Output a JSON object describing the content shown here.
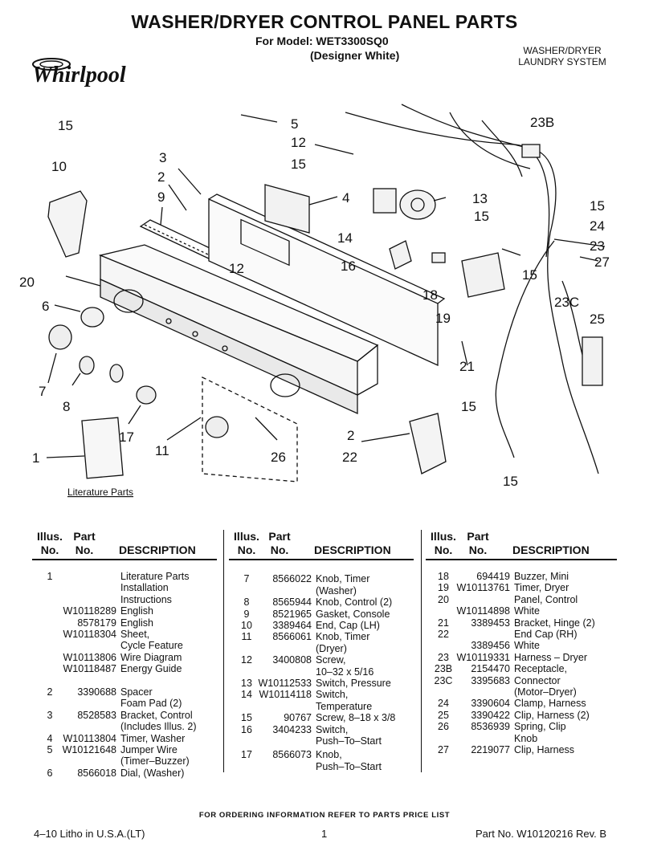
{
  "header": {
    "title": "WASHER/DRYER CONTROL PANEL PARTS",
    "model_line1": "For Model: WET3300SQ0",
    "model_line2": "(Designer White)",
    "system_line1": "WASHER/DRYER",
    "system_line2": "LAUNDRY SYSTEM",
    "brand": "Whirlpool"
  },
  "diagram": {
    "literature_parts": "Literature Parts",
    "callouts": [
      "15",
      "10",
      "5",
      "12",
      "3",
      "15",
      "2",
      "9",
      "4",
      "13",
      "23B",
      "15",
      "24",
      "15",
      "23",
      "27",
      "14",
      "12",
      "16",
      "18",
      "20",
      "6",
      "15",
      "23C",
      "19",
      "25",
      "7",
      "8",
      "21",
      "15",
      "17",
      "11",
      "26",
      "2",
      "22",
      "1",
      "15"
    ]
  },
  "table": {
    "columns": [
      {
        "hdr_ill": [
          "Illus.",
          "No."
        ],
        "hdr_part": [
          "Part",
          "No."
        ],
        "hdr_desc": "DESCRIPTION",
        "rows": [
          {
            "ill": "1",
            "part": "",
            "desc": "Literature Parts"
          },
          {
            "ill": "",
            "part": "",
            "desc": "Installation"
          },
          {
            "ill": "",
            "part": "",
            "desc": "Instructions"
          },
          {
            "ill": "",
            "part": "W10118289",
            "desc": "English"
          },
          {
            "ill": "",
            "part": "8578179",
            "desc": "English"
          },
          {
            "ill": "",
            "part": "W10118304",
            "desc": "Sheet,"
          },
          {
            "ill": "",
            "part": "",
            "desc": "Cycle Feature"
          },
          {
            "ill": "",
            "part": "W10113806",
            "desc": "Wire Diagram"
          },
          {
            "ill": "",
            "part": "W10118487",
            "desc": "Energy Guide"
          },
          {
            "ill": "",
            "part": "",
            "desc": ""
          },
          {
            "ill": "2",
            "part": "3390688",
            "desc": "Spacer"
          },
          {
            "ill": "",
            "part": "",
            "desc": "Foam Pad (2)"
          },
          {
            "ill": "3",
            "part": "8528583",
            "desc": "Bracket, Control"
          },
          {
            "ill": "",
            "part": "",
            "desc": "(Includes Illus. 2)"
          },
          {
            "ill": "4",
            "part": "W10113804",
            "desc": "Timer, Washer"
          },
          {
            "ill": "5",
            "part": "W10121648",
            "desc": "Jumper Wire"
          },
          {
            "ill": "",
            "part": "",
            "desc": "(Timer–Buzzer)"
          },
          {
            "ill": "6",
            "part": "8566018",
            "desc": "Dial, (Washer)"
          }
        ]
      },
      {
        "hdr_ill": [
          "Illus.",
          "No."
        ],
        "hdr_part": [
          "Part",
          "No."
        ],
        "hdr_desc": "DESCRIPTION",
        "rows": [
          {
            "ill": "",
            "part": "",
            "desc": ""
          },
          {
            "ill": "7",
            "part": "8566022",
            "desc": "Knob, Timer"
          },
          {
            "ill": "",
            "part": "",
            "desc": "(Washer)"
          },
          {
            "ill": "8",
            "part": "8565944",
            "desc": "Knob, Control (2)"
          },
          {
            "ill": "9",
            "part": "8521965",
            "desc": "Gasket, Console"
          },
          {
            "ill": "10",
            "part": "3389464",
            "desc": "End, Cap (LH)"
          },
          {
            "ill": "11",
            "part": "8566061",
            "desc": "Knob, Timer"
          },
          {
            "ill": "",
            "part": "",
            "desc": "(Dryer)"
          },
          {
            "ill": "12",
            "part": "3400808",
            "desc": "Screw,"
          },
          {
            "ill": "",
            "part": "",
            "desc": "10–32 x 5/16"
          },
          {
            "ill": "13",
            "part": "W10112533",
            "desc": "Switch, Pressure"
          },
          {
            "ill": "14",
            "part": "W10114118",
            "desc": "Switch,"
          },
          {
            "ill": "",
            "part": "",
            "desc": "Temperature"
          },
          {
            "ill": "15",
            "part": "90767",
            "desc": "Screw, 8–18 x 3/8"
          },
          {
            "ill": "16",
            "part": "3404233",
            "desc": "Switch,"
          },
          {
            "ill": "",
            "part": "",
            "desc": "Push–To–Start"
          },
          {
            "ill": "17",
            "part": "8566073",
            "desc": "Knob,"
          },
          {
            "ill": "",
            "part": "",
            "desc": "Push–To–Start"
          }
        ]
      },
      {
        "hdr_ill": [
          "Illus.",
          "No."
        ],
        "hdr_part": [
          "Part",
          "No."
        ],
        "hdr_desc": "DESCRIPTION",
        "rows": [
          {
            "ill": "18",
            "part": "694419",
            "desc": "Buzzer, Mini"
          },
          {
            "ill": "19",
            "part": "W10113761",
            "desc": "Timer, Dryer"
          },
          {
            "ill": "20",
            "part": "",
            "desc": "Panel, Control"
          },
          {
            "ill": "",
            "part": "W10114898",
            "desc": "White"
          },
          {
            "ill": "21",
            "part": "3389453",
            "desc": "Bracket, Hinge (2)"
          },
          {
            "ill": "22",
            "part": "",
            "desc": "End Cap (RH)"
          },
          {
            "ill": "",
            "part": "3389456",
            "desc": "White"
          },
          {
            "ill": "23",
            "part": "W10119331",
            "desc": "Harness – Dryer"
          },
          {
            "ill": "23B",
            "part": "2154470",
            "desc": "Receptacle,"
          },
          {
            "ill": "23C",
            "part": "3395683",
            "desc": "Connector"
          },
          {
            "ill": "",
            "part": "",
            "desc": "(Motor–Dryer)"
          },
          {
            "ill": "24",
            "part": "3390604",
            "desc": "Clamp, Harness"
          },
          {
            "ill": "25",
            "part": "3390422",
            "desc": "Clip, Harness (2)"
          },
          {
            "ill": "26",
            "part": "8536939",
            "desc": "Spring, Clip"
          },
          {
            "ill": "",
            "part": "",
            "desc": "Knob"
          },
          {
            "ill": "27",
            "part": "2219077",
            "desc": "Clip, Harness"
          }
        ]
      }
    ]
  },
  "footer": {
    "ordering_note": "FOR ORDERING INFORMATION REFER TO PARTS PRICE LIST",
    "litho": "4–10 Litho in U.S.A.(LT)",
    "page": "1",
    "part_no": "Part No. W10120216 Rev. B"
  }
}
